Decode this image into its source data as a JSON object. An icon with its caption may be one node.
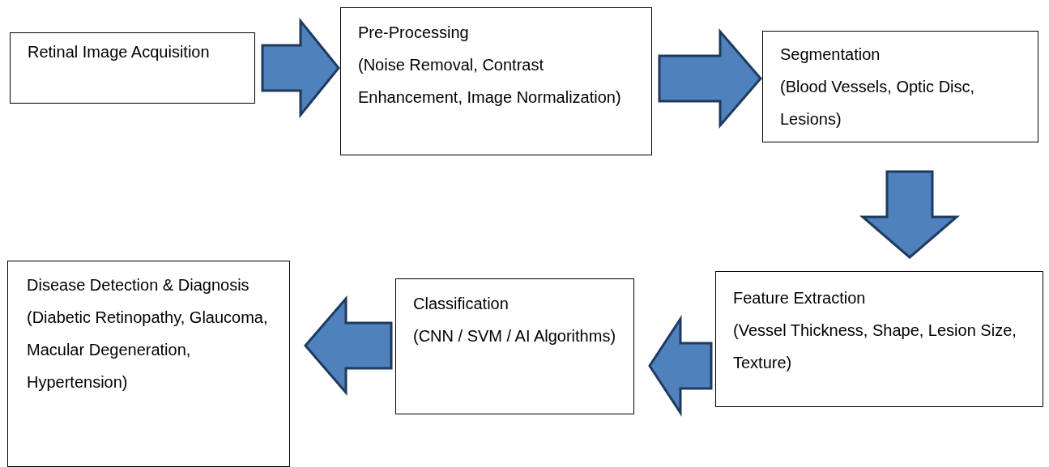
{
  "diagram": {
    "nodes": [
      {
        "text": [
          "Retinal Image Acquisition"
        ]
      },
      {
        "text": [
          "Pre-Processing",
          "(Noise Removal, Contrast Enhancement, Image Normalization)"
        ]
      },
      {
        "text": [
          "Segmentation",
          "(Blood Vessels, Optic Disc, Lesions)"
        ]
      },
      {
        "text": [
          "Feature Extraction",
          "(Vessel Thickness, Shape, Lesion Size, Texture)"
        ]
      },
      {
        "text": [
          "Classification",
          "(CNN / SVM / AI Algorithms)"
        ]
      },
      {
        "text": [
          "Disease Detection & Diagnosis",
          "(Diabetic Retinopathy, Glaucoma, Macular Degeneration, Hypertension)"
        ]
      }
    ],
    "edges": [
      {
        "from": 0,
        "to": 1,
        "arrow": "to"
      },
      {
        "from": 1,
        "to": 2,
        "arrow": "to"
      },
      {
        "from": 2,
        "to": 3,
        "arrow": "to"
      },
      {
        "from": 3,
        "to": 4,
        "arrow": "to"
      },
      {
        "from": 4,
        "to": 5,
        "arrow": "to"
      }
    ]
  }
}
